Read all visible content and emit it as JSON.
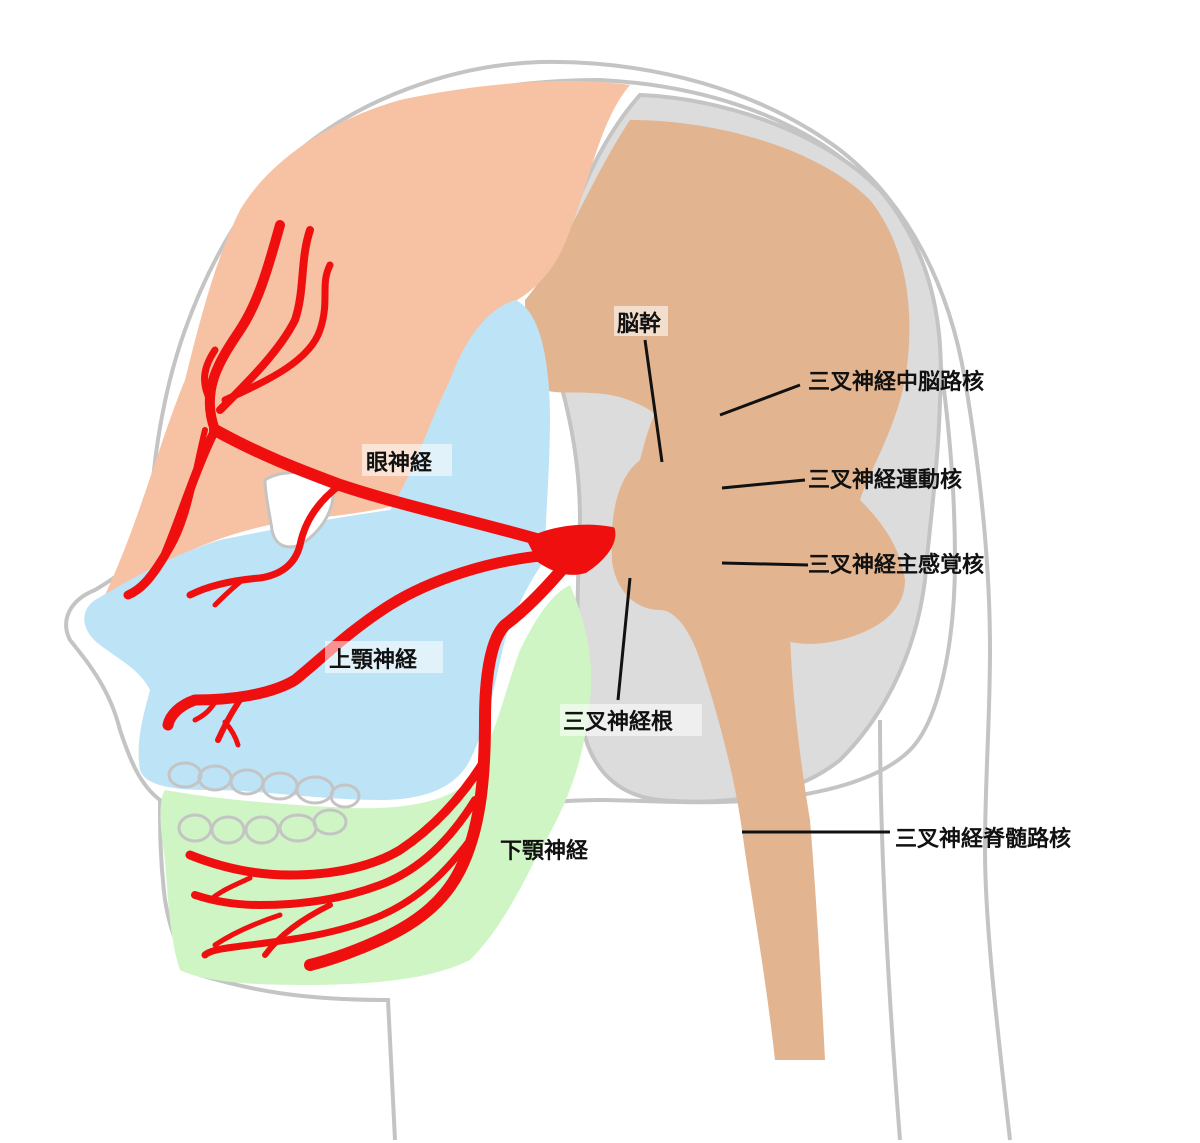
{
  "colors": {
    "outline": "#c4c4c4",
    "inner_gray": "#dcdcdc",
    "ophthalmic_region": "#f7c1a3",
    "maxillary_region": "#bde3f7",
    "mandibular_region": "#cff5c4",
    "brainstem": "#e2b590",
    "nerve": "#f00f0f",
    "leader_line": "#111111"
  },
  "labels": {
    "brainstem": "脳幹",
    "mesencephalic_nucleus": "三叉神経中脳路核",
    "motor_nucleus": "三叉神経運動核",
    "principal_sensory_nucleus": "三叉神経主感覚核",
    "trigeminal_root": "三叉神経根",
    "spinal_nucleus": "三叉神経脊髄路核",
    "ophthalmic_nerve": "眼神経",
    "maxillary_nerve": "上顎神経",
    "mandibular_nerve": "下顎神経"
  }
}
